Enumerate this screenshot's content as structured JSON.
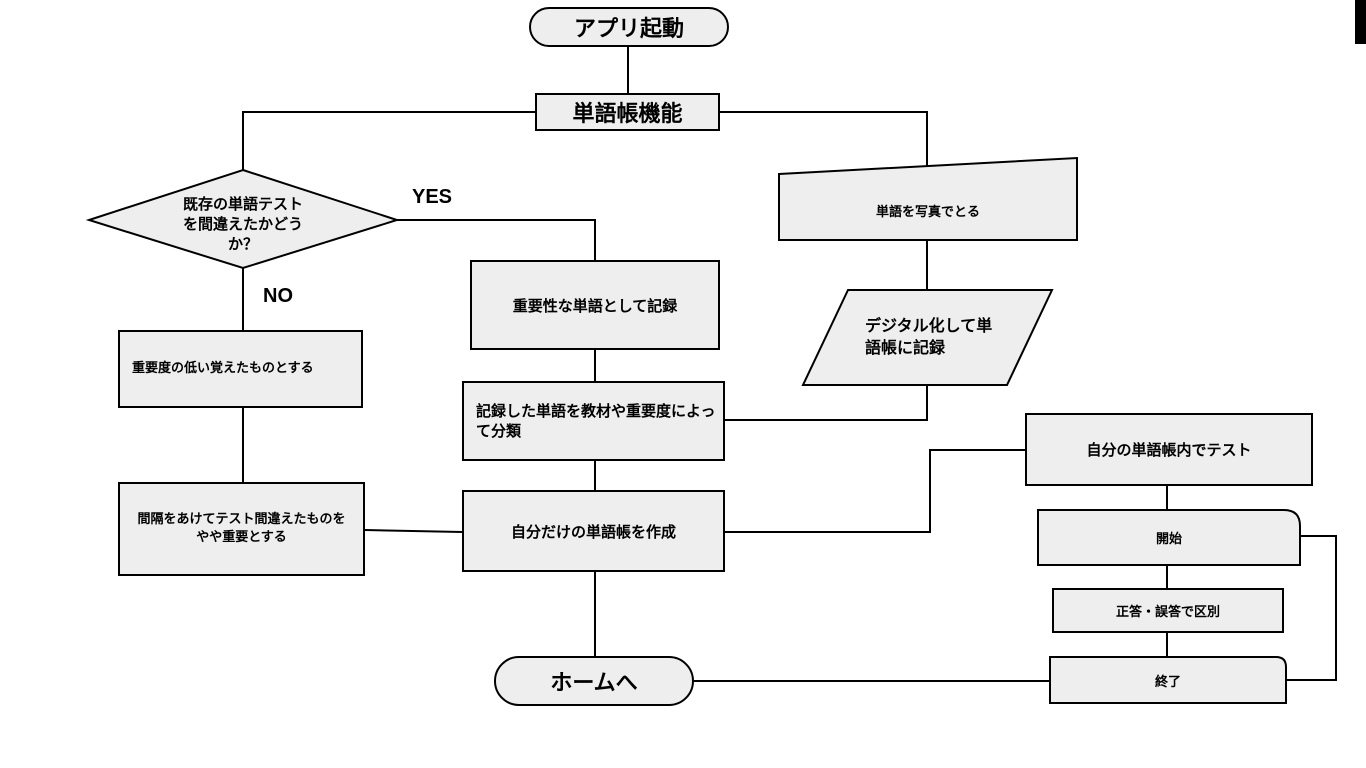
{
  "nodes": {
    "start": "アプリ起動",
    "wordbook_function": "単語帳機能",
    "decision": "既存の単語テストを間違えたかどうか？",
    "yes_label": "YES",
    "no_label": "NO",
    "photo": "単語を写真でとる",
    "digitize": "デジタル化して単語帳に記録",
    "important_record": "重要性な単語として記録",
    "low_importance": "重要度の低い覚えたものとする",
    "classify": "記録した単語を教材や重要度によって分類",
    "interval_test": "間隔をあけてテスト間違えたものをやや重要とする",
    "create_wordbook": "自分だけの単語帳を作成",
    "own_test": "自分の単語帳内でテスト",
    "begin": "開始",
    "distinguish": "正答・誤答で区別",
    "end": "終了",
    "home": "ホームへ"
  }
}
